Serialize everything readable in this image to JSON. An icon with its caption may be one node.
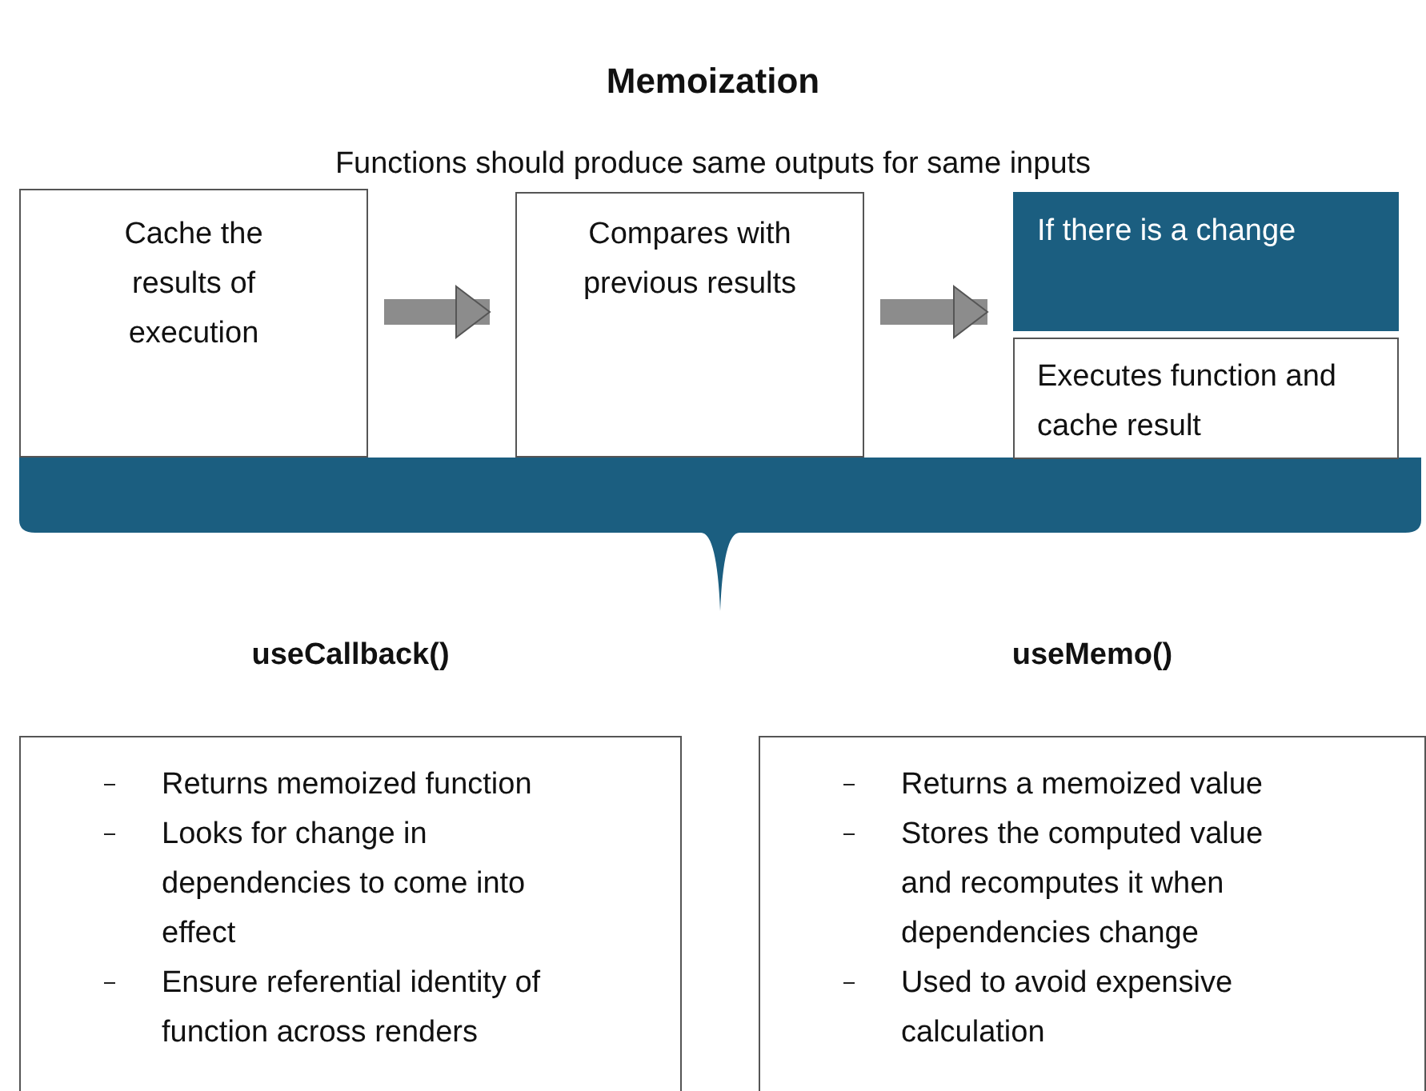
{
  "diagram": {
    "title": "Memoization",
    "nodes": [
      {
        "text": [
          "Cache the results of execution"
        ]
      },
      {
        "text": [
          "Compares with previous results"
        ]
      },
      {
        "text": [
          "If there is a change"
        ]
      },
      {
        "text": [
          "Executes function and cache result"
        ]
      },
      {
        "text": [
          "useCallback()",
          "Returns memoized function",
          "Looks for change in dependencies to come into effect",
          "Ensure referential identity of function across renders"
        ]
      },
      {
        "text": [
          "useMemo()",
          "Returns a memoized value",
          "Stores the computed value and recomputes it when dependencies change",
          "Used to avoid expensive calculation"
        ]
      }
    ],
    "edges": [
      {
        "from": 0,
        "to": 1,
        "arrow": "to"
      },
      {
        "from": 1,
        "to": 2,
        "arrow": "to"
      }
    ],
    "labels": [
      "Functions should produce same outputs for same inputs"
    ]
  }
}
